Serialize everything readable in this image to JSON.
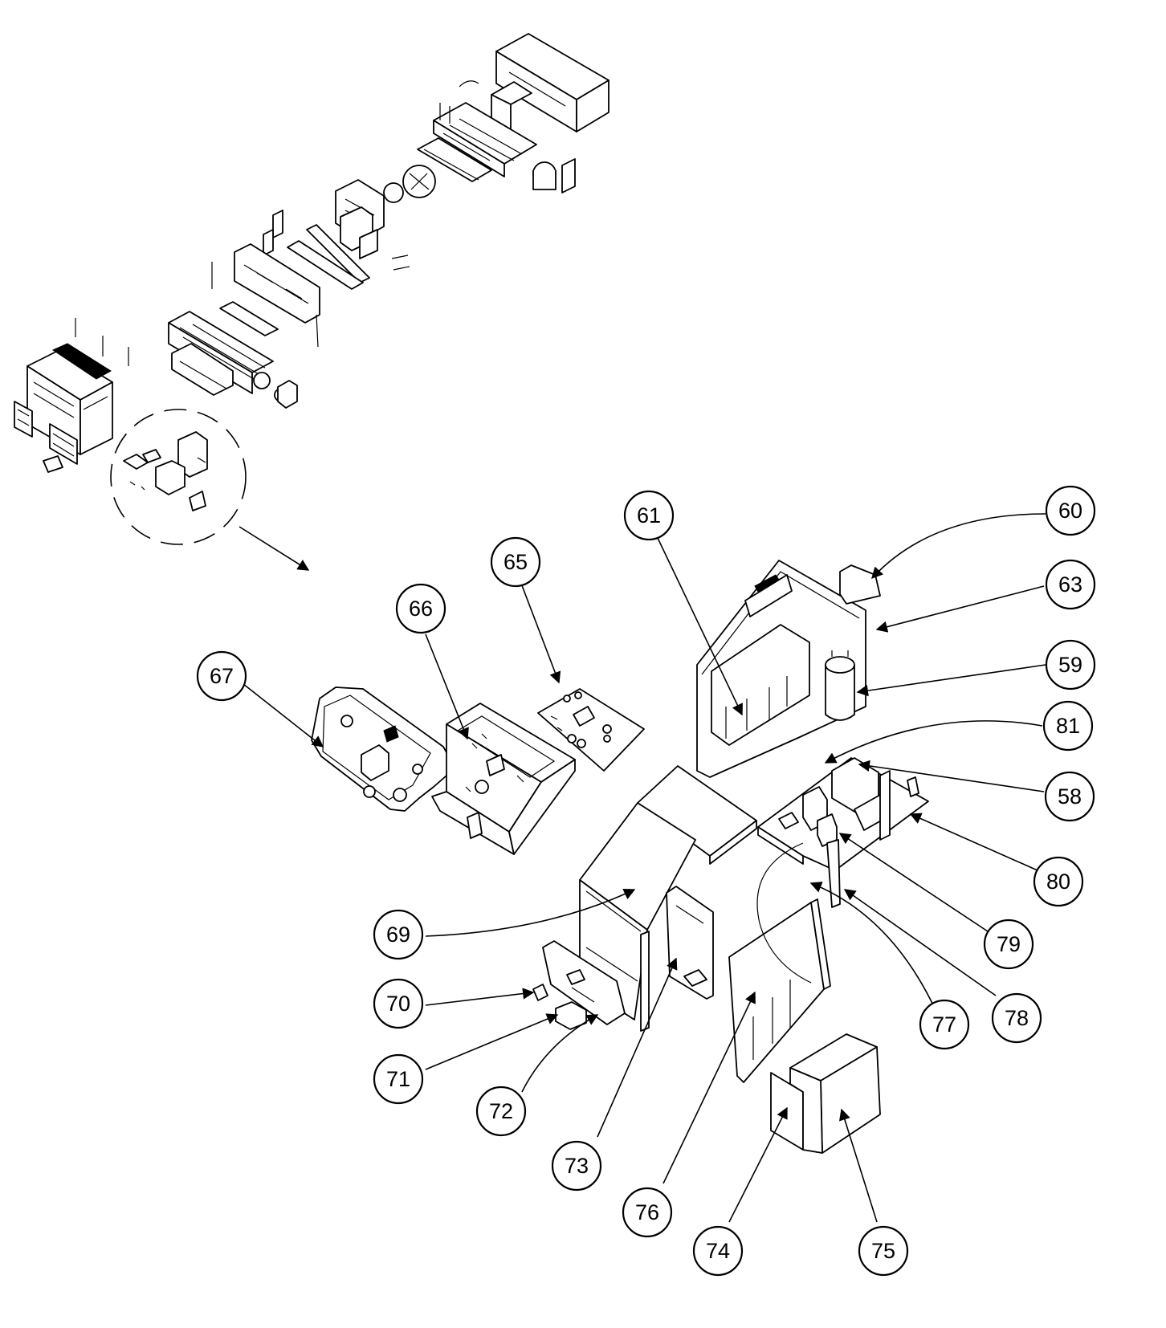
{
  "callouts": [
    {
      "label": "60"
    },
    {
      "label": "61"
    },
    {
      "label": "63"
    },
    {
      "label": "59"
    },
    {
      "label": "81"
    },
    {
      "label": "58"
    },
    {
      "label": "80"
    },
    {
      "label": "79"
    },
    {
      "label": "78"
    },
    {
      "label": "77"
    },
    {
      "label": "65"
    },
    {
      "label": "66"
    },
    {
      "label": "67"
    },
    {
      "label": "69"
    },
    {
      "label": "70"
    },
    {
      "label": "71"
    },
    {
      "label": "72"
    },
    {
      "label": "73"
    },
    {
      "label": "76"
    },
    {
      "label": "74"
    },
    {
      "label": "75"
    }
  ]
}
